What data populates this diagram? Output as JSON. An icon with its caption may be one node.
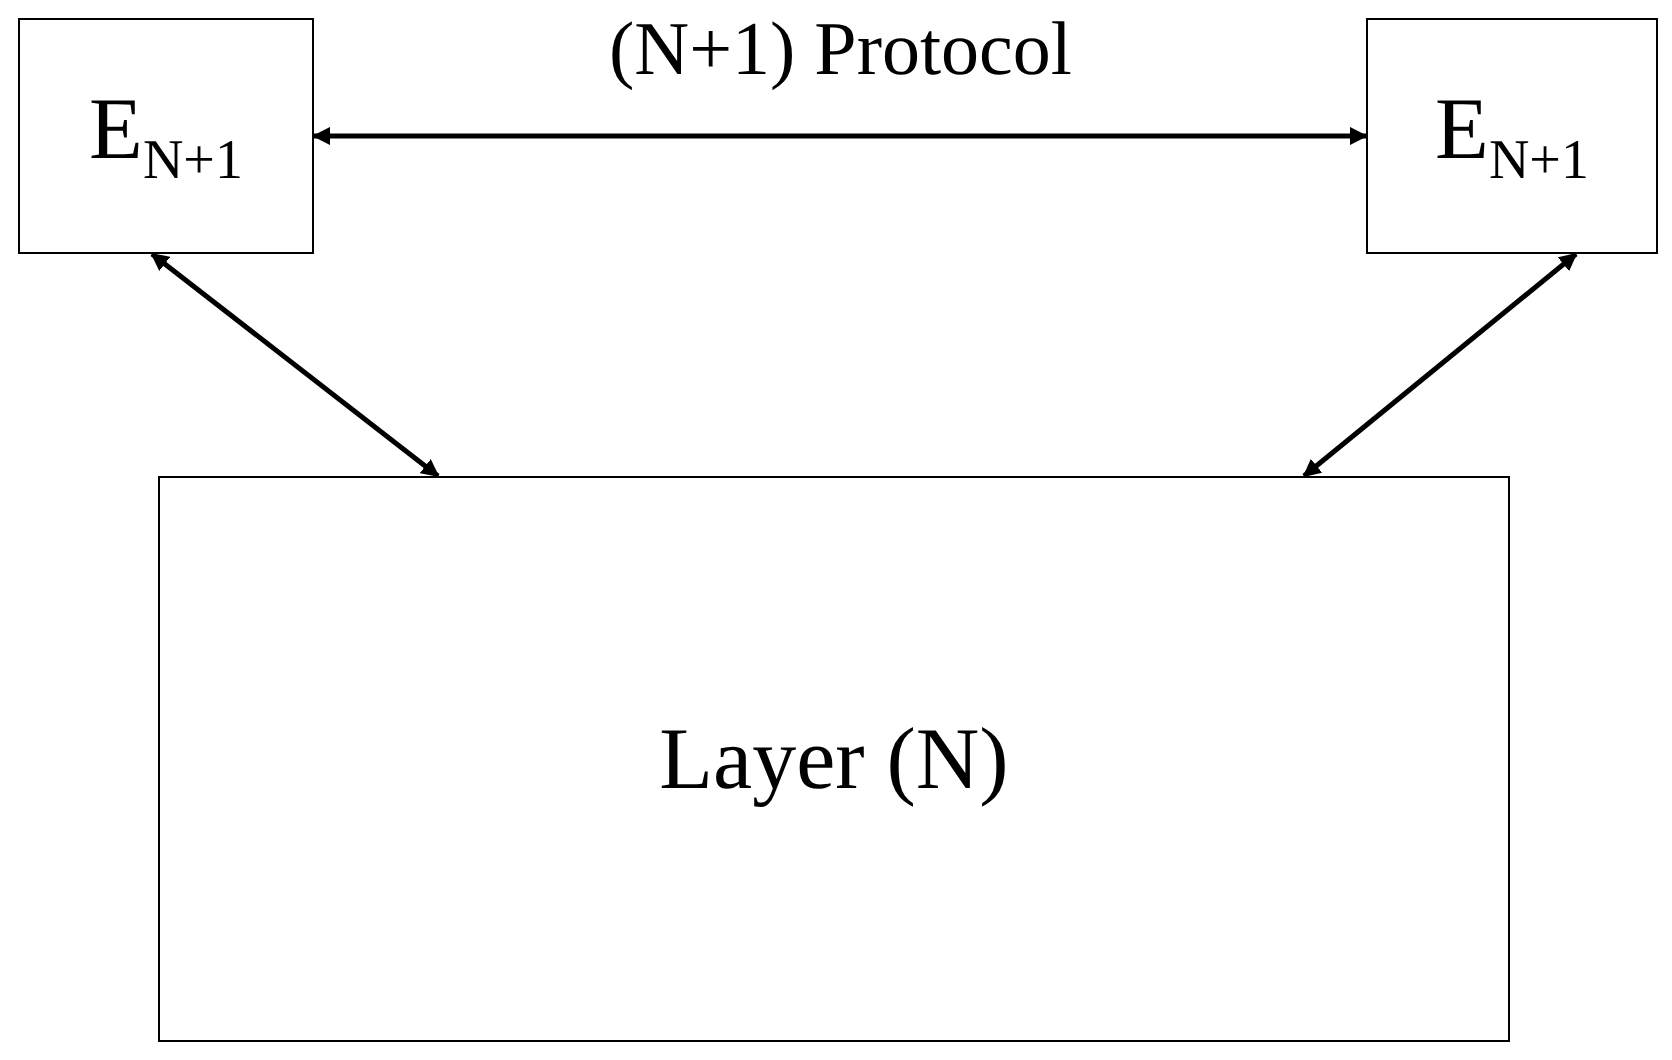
{
  "diagram": {
    "nodes": [
      {
        "text": [
          "E$_{N+1}$"
        ]
      },
      {
        "text": [
          "E$_{N+1}$"
        ]
      },
      {
        "text": [
          "Layer (N)"
        ]
      }
    ],
    "edges": [
      {
        "from": 0,
        "to": 1,
        "arrow": "both",
        "label": "(N+1) Protocol"
      },
      {
        "from": 0,
        "to": 2,
        "arrow": "both"
      },
      {
        "from": 1,
        "to": 2,
        "arrow": "both"
      }
    ]
  }
}
